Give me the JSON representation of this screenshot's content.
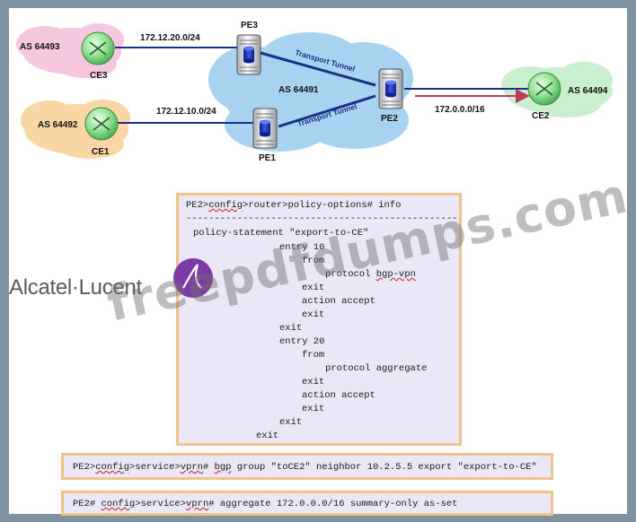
{
  "diagram": {
    "nodes": {
      "ce3": {
        "label": "CE3",
        "as": "AS 64493"
      },
      "ce1": {
        "label": "CE1",
        "as": "AS 64492"
      },
      "ce2": {
        "label": "CE2",
        "as": "AS 64494"
      },
      "pe3": {
        "label": "PE3"
      },
      "pe1": {
        "label": "PE1"
      },
      "pe2": {
        "label": "PE2"
      },
      "core": {
        "as": "AS 64491"
      }
    },
    "links": {
      "ce3_pe3": "172.12.20.0/24",
      "ce1_pe1": "172.12.10.0/24",
      "pe2_ce2": "172.0.0.0/16",
      "pe3_pe2": "Transport Tunnel",
      "pe1_pe2": "Transport Tunnel"
    },
    "colors": {
      "link": "#1c2f86",
      "arrow": "#c23a5a",
      "router": "#8fe08f",
      "cloud_core": "#a7d3f0",
      "cloud_ce3": "#f7c6df",
      "cloud_ce1": "#fad6a4",
      "cloud_ce2": "#c9efcf"
    }
  },
  "config_main": {
    "prompt_head": "PE2>",
    "prompt_path": "config",
    "prompt_tail": ">router>policy-options# info",
    "separator": "------------------------------------------------",
    "l1": "policy-statement \"export-to-CE\"",
    "l2": "entry 10",
    "l3": "from",
    "l4_prefix": "protocol ",
    "l4_word": "bgp-vpn",
    "l5": "exit",
    "l6": "action accept",
    "l7": "exit",
    "l8": "exit",
    "l9": "entry 20",
    "l10": "from",
    "l11": "protocol aggregate",
    "l12": "exit",
    "l13": "action accept",
    "l14": "exit",
    "l15": "exit",
    "l16": "exit"
  },
  "config_bgp": {
    "p1": "PE2>",
    "w1": "config",
    "p2": ">service>",
    "w2": "vprn",
    "p3": "# ",
    "w3": "bgp",
    "p4": " group \"toCE2\" neighbor 10.2.5.5 export \"export-to-CE\""
  },
  "config_agg": {
    "p1": "PE2# ",
    "w1": "config",
    "p2": ">service>",
    "w2": "vprn",
    "p3": "# aggregate 172.0.0.0/16 summary-only as-set"
  },
  "logo": {
    "text": "Alcatel·Lucent"
  },
  "watermark": {
    "text": "freepdfdumps.com"
  }
}
